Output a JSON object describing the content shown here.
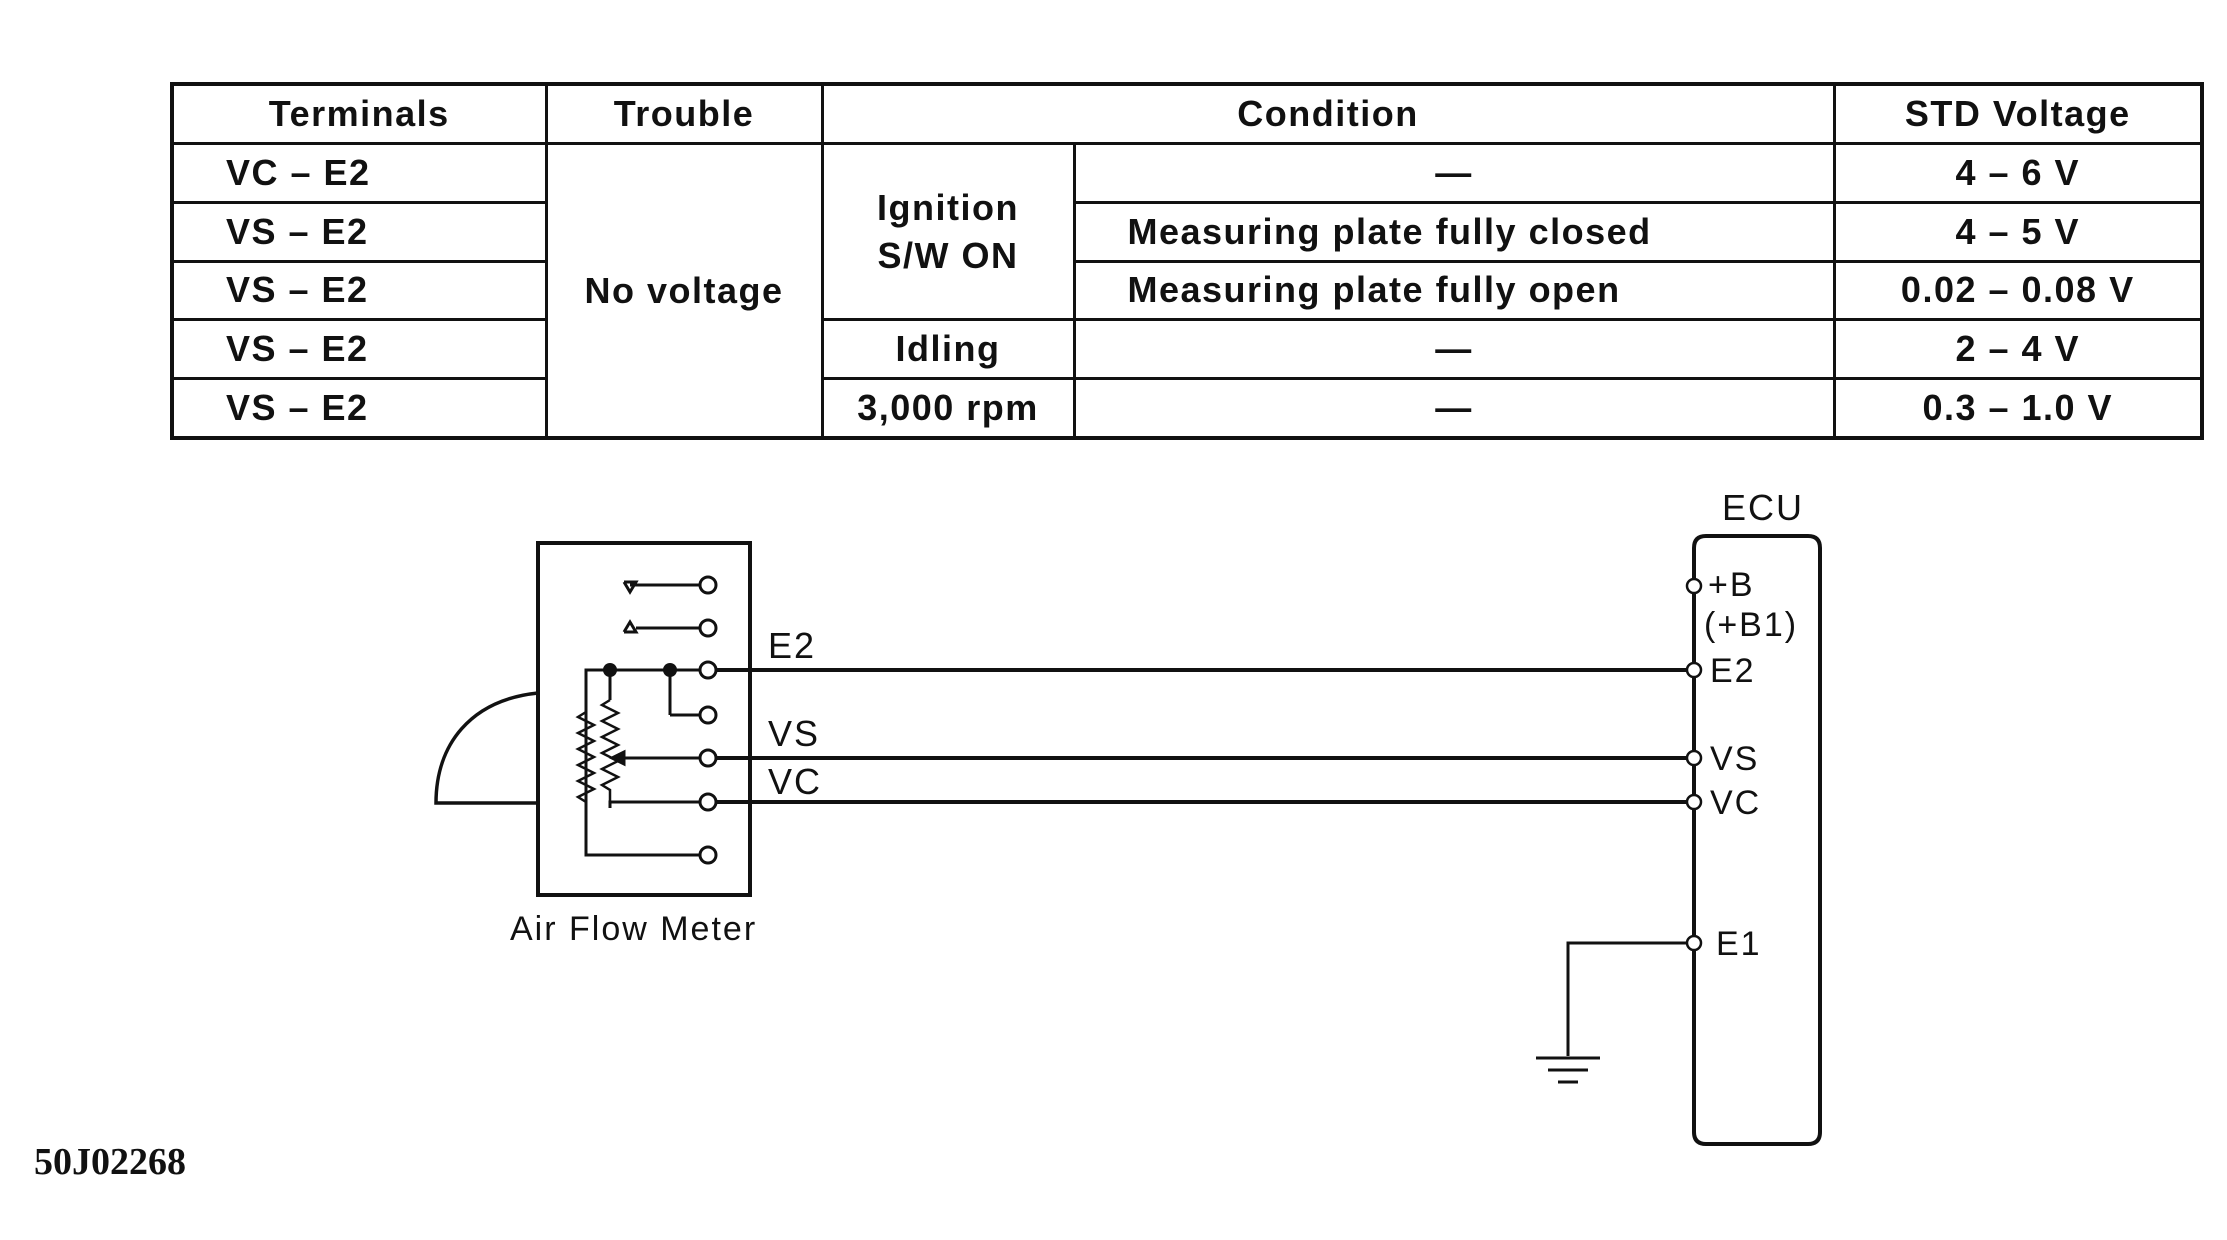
{
  "table": {
    "headers": [
      "Terminals",
      "Trouble",
      "Condition",
      "STD Voltage"
    ],
    "rows": [
      {
        "terminals": "VC  – E2",
        "condition": "—",
        "voltage": "4  – 6 V"
      },
      {
        "terminals": "VS  – E2",
        "condition": "Measuring plate fully closed",
        "voltage": "4  – 5 V"
      },
      {
        "terminals": "VS  – E2",
        "condition": "Measuring plate fully open",
        "voltage": "0.02  – 0.08 V"
      },
      {
        "terminals": "VS  – E2",
        "condition": "—",
        "voltage": "2  – 4 V"
      },
      {
        "terminals": "VS  – E2",
        "condition": "—",
        "voltage": "0.3  – 1.0 V"
      }
    ],
    "trouble": "No voltage",
    "ignition_line1": "Ignition",
    "ignition_line2": "S/W ON",
    "idling": "Idling",
    "rpm": "3,000 rpm"
  },
  "diagram": {
    "air_flow_meter_label": "Air Flow Meter",
    "ecu_label": "ECU",
    "meter_terminals": {
      "e2": "E2",
      "vs": "VS",
      "vc": "VC"
    },
    "ecu_terminals": {
      "b": "+B",
      "b1": "(+B1)",
      "e2": "E2",
      "vs": "VS",
      "vc": "VC",
      "e1": "E1"
    }
  },
  "figure_id": "50J02268"
}
